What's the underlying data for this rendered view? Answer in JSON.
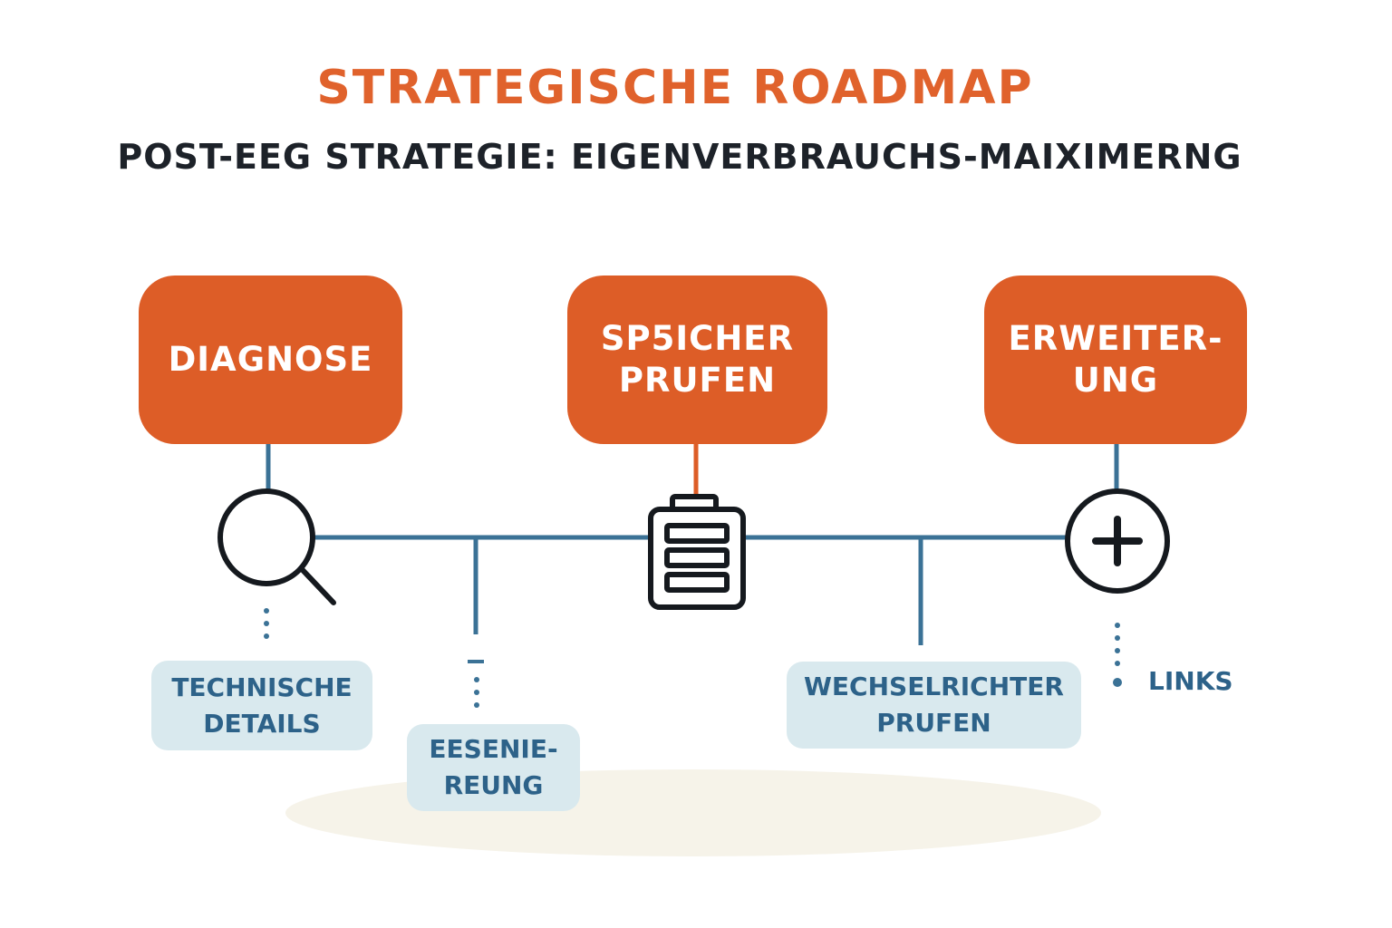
{
  "header": {
    "title": "STRATEGISCHE ROADMAP",
    "subtitle": "POST-EEG STRATEGIE: EIGENVERBRAUCHS-MAIXIMERNG"
  },
  "stages": [
    {
      "label": "DIAGNOSE",
      "icon": "magnifier-icon"
    },
    {
      "label": "SP5ICHER\nPRUFEN",
      "icon": "battery-icon"
    },
    {
      "label": "ERWEITER-\nUNG",
      "icon": "plus-circle-icon"
    }
  ],
  "notes": [
    {
      "label": "TECHNISCHE\nDETAILS"
    },
    {
      "label": "EESENIE-\nREUNG"
    },
    {
      "label": "WECHSELRICHTER\nPRUFEN"
    },
    {
      "label": "LINKS"
    }
  ],
  "colors": {
    "accent": "#dd5d27",
    "line": "#3b7296",
    "note_bg": "#d9e9ee",
    "note_text": "#2d6289",
    "icon_stroke": "#15191e"
  }
}
